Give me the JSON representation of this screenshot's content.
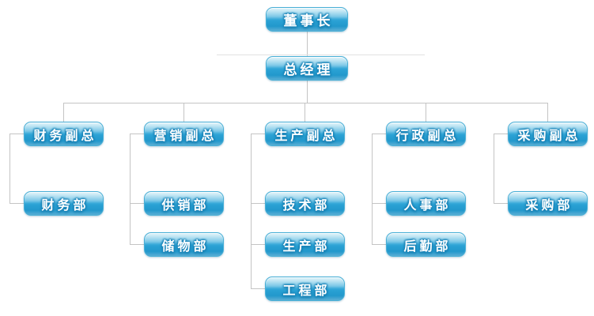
{
  "org_chart": {
    "type": "organization-chart",
    "nodes": {
      "chairman": {
        "label": "董事长"
      },
      "general_manager": {
        "label": "总经理"
      },
      "finance_vp": {
        "label": "财务副总"
      },
      "marketing_vp": {
        "label": "营销副总"
      },
      "production_vp": {
        "label": "生产副总"
      },
      "admin_vp": {
        "label": "行政副总"
      },
      "procurement_vp": {
        "label": "采购副总"
      },
      "finance_dept": {
        "label": "财务部"
      },
      "supply_sales_dept": {
        "label": "供销部"
      },
      "storage_dept": {
        "label": "储物部"
      },
      "technology_dept": {
        "label": "技术部"
      },
      "production_dept": {
        "label": "生产部"
      },
      "engineering_dept": {
        "label": "工程部"
      },
      "hr_dept": {
        "label": "人事部"
      },
      "logistics_dept": {
        "label": "后勤部"
      },
      "procurement_dept": {
        "label": "采购部"
      }
    },
    "hierarchy": {
      "chairman": [
        "general_manager"
      ],
      "general_manager": [
        "finance_vp",
        "marketing_vp",
        "production_vp",
        "admin_vp",
        "procurement_vp"
      ],
      "finance_vp": [
        "finance_dept"
      ],
      "marketing_vp": [
        "supply_sales_dept",
        "storage_dept"
      ],
      "production_vp": [
        "technology_dept",
        "production_dept",
        "engineering_dept"
      ],
      "admin_vp": [
        "hr_dept",
        "logistics_dept"
      ],
      "procurement_vp": [
        "procurement_dept"
      ]
    },
    "colors": {
      "node_gradient_top": "#55bce1",
      "node_gradient_bottom": "#1b90c5",
      "node_border": "#48afd6",
      "node_text": "#ffffff",
      "connector_line": "#c4c4c4",
      "background": "#ffffff"
    }
  }
}
